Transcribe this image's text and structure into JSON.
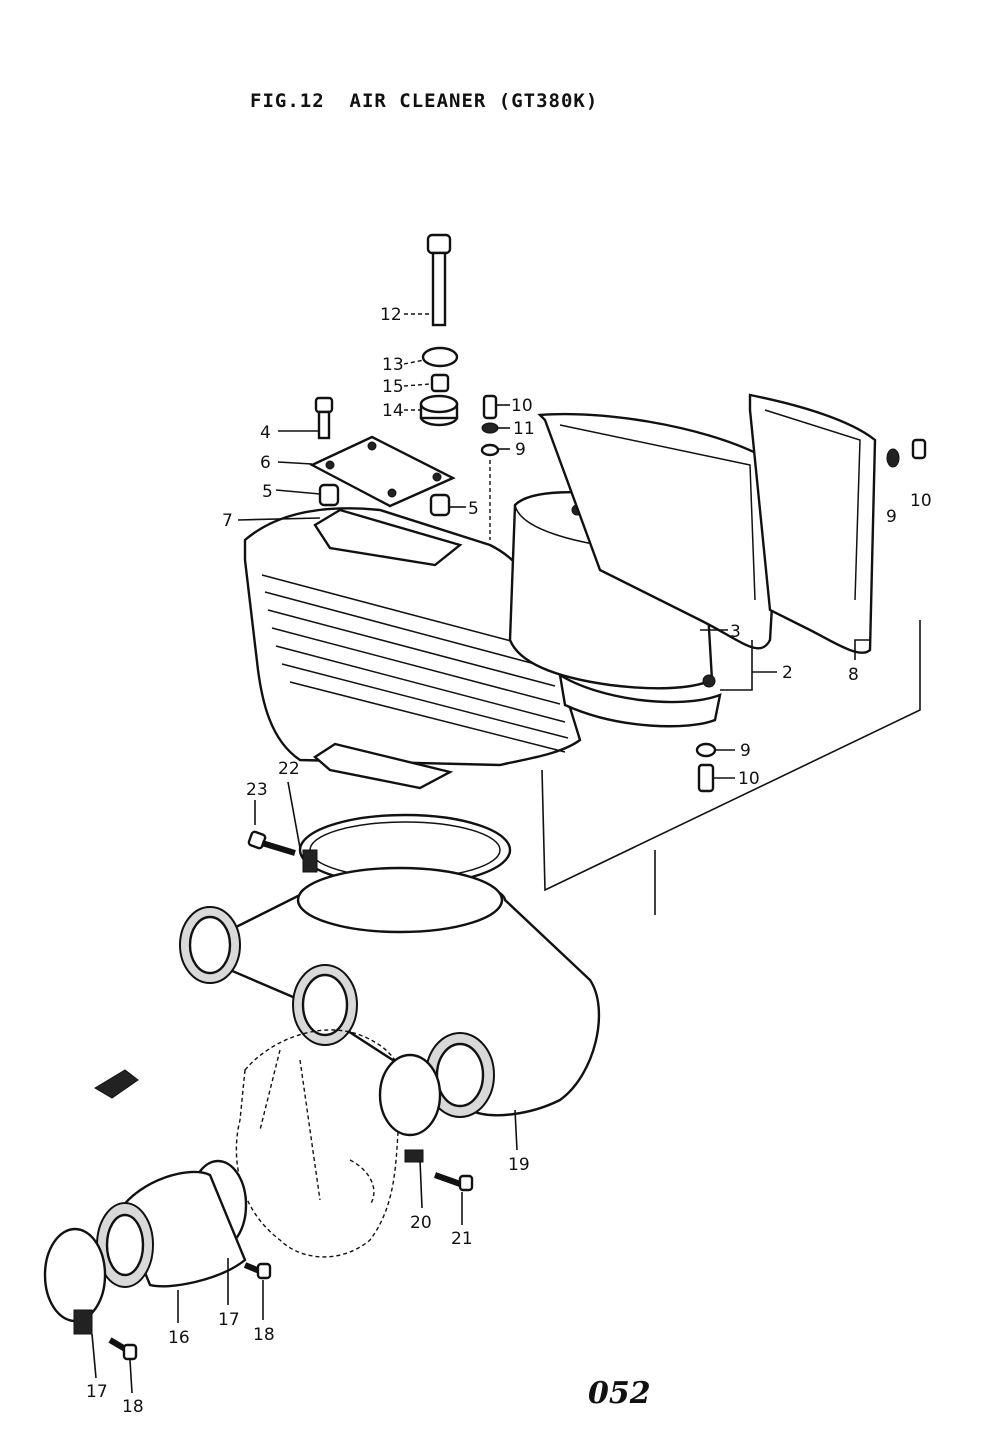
{
  "title": "FIG.12  AIR CLEANER (GT380K)",
  "page_number": "052",
  "callouts": {
    "c2": "2",
    "c3": "3",
    "c4": "4",
    "c5a": "5",
    "c5b": "5",
    "c6": "6",
    "c7": "7",
    "c8": "8",
    "c9a": "9",
    "c9b": "9",
    "c9c": "9",
    "c10a": "10",
    "c10b": "10",
    "c10c": "10",
    "c11": "11",
    "c12": "12",
    "c13": "13",
    "c14": "14",
    "c15": "15",
    "c16": "16",
    "c17a": "17",
    "c17b": "17",
    "c18a": "18",
    "c18b": "18",
    "c19": "19",
    "c20": "20",
    "c21": "21",
    "c22": "22",
    "c23": "23"
  }
}
